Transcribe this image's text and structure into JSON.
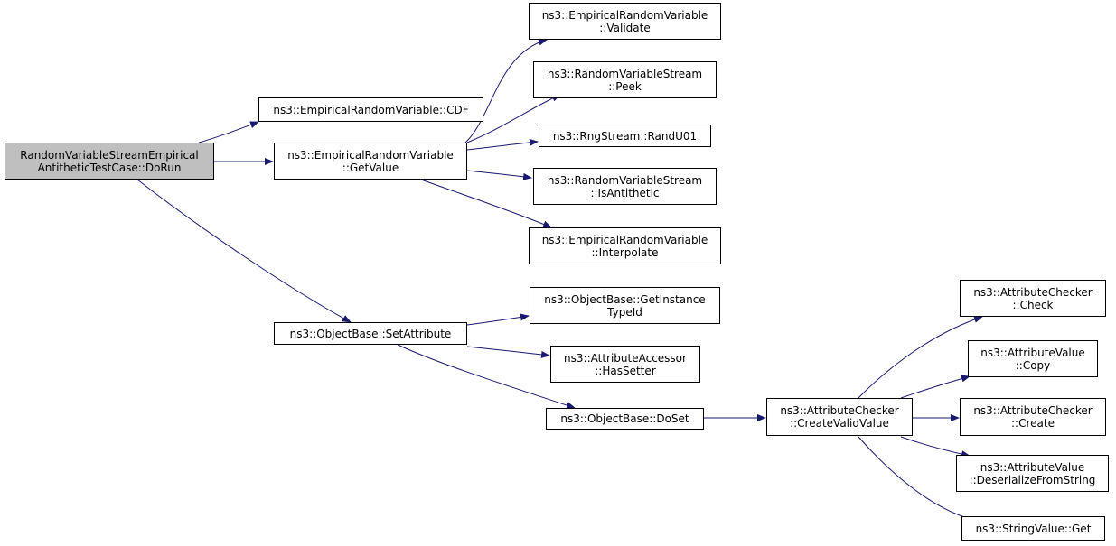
{
  "diagram": {
    "colors": {
      "edge": "#191970",
      "border": "#000000",
      "root_fill": "#bfbfbf",
      "node_fill": "#ffffff"
    },
    "nodes": [
      {
        "id": "root",
        "lines": [
          "RandomVariableStreamEmpirical",
          "AntitheticTestCase::DoRun"
        ]
      },
      {
        "id": "cdf",
        "lines": [
          "ns3::EmpiricalRandomVariable::CDF"
        ]
      },
      {
        "id": "getvalue",
        "lines": [
          "ns3::EmpiricalRandomVariable",
          "::GetValue"
        ]
      },
      {
        "id": "validate",
        "lines": [
          "ns3::EmpiricalRandomVariable",
          "::Validate"
        ]
      },
      {
        "id": "peek",
        "lines": [
          "ns3::RandomVariableStream",
          "::Peek"
        ]
      },
      {
        "id": "randu01",
        "lines": [
          "ns3::RngStream::RandU01"
        ]
      },
      {
        "id": "isantithetic",
        "lines": [
          "ns3::RandomVariableStream",
          "::IsAntithetic"
        ]
      },
      {
        "id": "interpolate",
        "lines": [
          "ns3::EmpiricalRandomVariable",
          "::Interpolate"
        ]
      },
      {
        "id": "setattribute",
        "lines": [
          "ns3::ObjectBase::SetAttribute"
        ]
      },
      {
        "id": "getinstancetypeid",
        "lines": [
          "ns3::ObjectBase::GetInstance",
          "TypeId"
        ]
      },
      {
        "id": "hassetter",
        "lines": [
          "ns3::AttributeAccessor",
          "::HasSetter"
        ]
      },
      {
        "id": "doset",
        "lines": [
          "ns3::ObjectBase::DoSet"
        ]
      },
      {
        "id": "createvalidvalue",
        "lines": [
          "ns3::AttributeChecker",
          "::CreateValidValue"
        ]
      },
      {
        "id": "check",
        "lines": [
          "ns3::AttributeChecker",
          "::Check"
        ]
      },
      {
        "id": "copy",
        "lines": [
          "ns3::AttributeValue",
          "::Copy"
        ]
      },
      {
        "id": "create",
        "lines": [
          "ns3::AttributeChecker",
          "::Create"
        ]
      },
      {
        "id": "deserialize",
        "lines": [
          "ns3::AttributeValue",
          "::DeserializeFromString"
        ]
      },
      {
        "id": "stringget",
        "lines": [
          "ns3::StringValue::Get"
        ]
      }
    ],
    "edges": [
      [
        "root",
        "cdf"
      ],
      [
        "root",
        "getvalue"
      ],
      [
        "root",
        "setattribute"
      ],
      [
        "getvalue",
        "validate"
      ],
      [
        "getvalue",
        "peek"
      ],
      [
        "getvalue",
        "randu01"
      ],
      [
        "getvalue",
        "isantithetic"
      ],
      [
        "getvalue",
        "interpolate"
      ],
      [
        "setattribute",
        "getinstancetypeid"
      ],
      [
        "setattribute",
        "hassetter"
      ],
      [
        "setattribute",
        "doset"
      ],
      [
        "doset",
        "createvalidvalue"
      ],
      [
        "createvalidvalue",
        "check"
      ],
      [
        "createvalidvalue",
        "copy"
      ],
      [
        "createvalidvalue",
        "create"
      ],
      [
        "createvalidvalue",
        "deserialize"
      ],
      [
        "createvalidvalue",
        "stringget"
      ]
    ]
  }
}
